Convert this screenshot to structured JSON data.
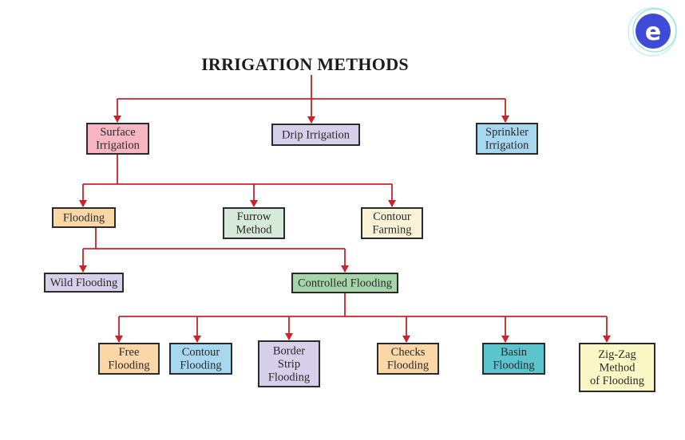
{
  "title": "IRRIGATION METHODS",
  "colors": {
    "edge": "#d0202a",
    "pink": "#f7b6c2",
    "lavender": "#d6d0ea",
    "sky": "#a8d8f0",
    "peach": "#fbd7a8",
    "mint": "#d5ead8",
    "cream": "#fbf3d8",
    "green": "#a6d5a9",
    "teal": "#5bc4cc",
    "yellow": "#fcf8c6",
    "logo": "#3d4bd6"
  },
  "logo": {
    "icon": "e-logo-icon",
    "letter": "e"
  },
  "nodes": [
    {
      "id": "surface-irrigation",
      "lines": [
        "Surface",
        "Irrigation"
      ],
      "color": "pink"
    },
    {
      "id": "drip-irrigation",
      "lines": [
        "Drip Irrigation"
      ],
      "color": "lavender"
    },
    {
      "id": "sprinkler-irrigation",
      "lines": [
        "Sprinkler",
        "Irrigation"
      ],
      "color": "sky"
    },
    {
      "id": "flooding",
      "lines": [
        "Flooding"
      ],
      "color": "peach"
    },
    {
      "id": "furrow-method",
      "lines": [
        "Furrow",
        "Method"
      ],
      "color": "mint"
    },
    {
      "id": "contour-farming",
      "lines": [
        "Contour",
        "Farming"
      ],
      "color": "cream"
    },
    {
      "id": "wild-flooding",
      "lines": [
        "Wild Flooding"
      ],
      "color": "lavender"
    },
    {
      "id": "controlled-flooding",
      "lines": [
        "Controlled Flooding"
      ],
      "color": "green"
    },
    {
      "id": "free-flooding",
      "lines": [
        "Free",
        "Flooding"
      ],
      "color": "peach"
    },
    {
      "id": "contour-flooding",
      "lines": [
        "Contour",
        "Flooding"
      ],
      "color": "sky"
    },
    {
      "id": "border-strip-flooding",
      "lines": [
        "Border",
        "Strip",
        "Flooding"
      ],
      "color": "lavender"
    },
    {
      "id": "checks-flooding",
      "lines": [
        "Checks",
        "Flooding"
      ],
      "color": "peach"
    },
    {
      "id": "basin-flooding",
      "lines": [
        "Basin",
        "Flooding"
      ],
      "color": "teal"
    },
    {
      "id": "zig-zag-method-of-flooding",
      "lines": [
        "Zig-Zag",
        "Method",
        "of Flooding"
      ],
      "color": "yellow"
    }
  ],
  "edges": [
    {
      "from": "title",
      "to": [
        "surface-irrigation",
        "drip-irrigation",
        "sprinkler-irrigation"
      ]
    },
    {
      "from": "surface-irrigation",
      "to": [
        "flooding",
        "furrow-method",
        "contour-farming"
      ]
    },
    {
      "from": "flooding",
      "to": [
        "wild-flooding",
        "controlled-flooding"
      ]
    },
    {
      "from": "controlled-flooding",
      "to": [
        "free-flooding",
        "contour-flooding",
        "border-strip-flooding",
        "checks-flooding",
        "basin-flooding",
        "zig-zag-method-of-flooding"
      ]
    }
  ]
}
